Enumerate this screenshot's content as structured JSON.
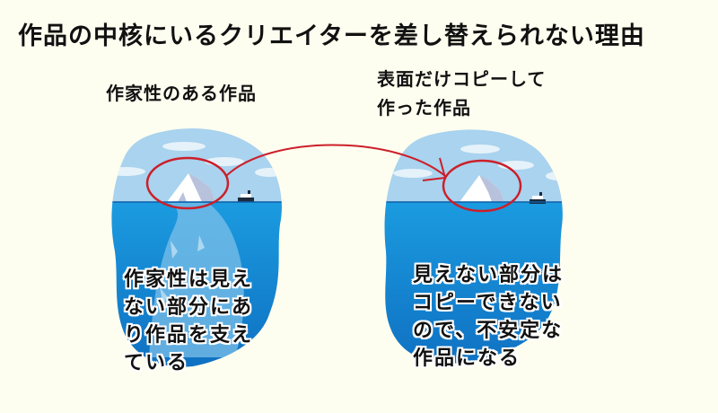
{
  "title": "作品の中核にいるクリエイターを差し替えられない理由",
  "left_panel": {
    "heading": "作家性のある作品",
    "caption_lines": [
      "作家性は見え",
      "ない部分にあ",
      "り作品を支え",
      "ている"
    ],
    "has_submerged_iceberg": true
  },
  "right_panel": {
    "heading_lines": [
      "表面だけコピーして",
      "作った作品"
    ],
    "caption_lines": [
      "見えない部分は",
      "コピーできない",
      "ので、不安定な",
      "作品になる"
    ],
    "has_submerged_iceberg": false
  },
  "colors": {
    "background": "#fefef0",
    "sky": "#a9d3ee",
    "sea": "#1a93d8",
    "sea_deep": "#0f6fc0",
    "highlight_ellipse": "#cc1f2a",
    "arrow": "#cc1f2a"
  }
}
